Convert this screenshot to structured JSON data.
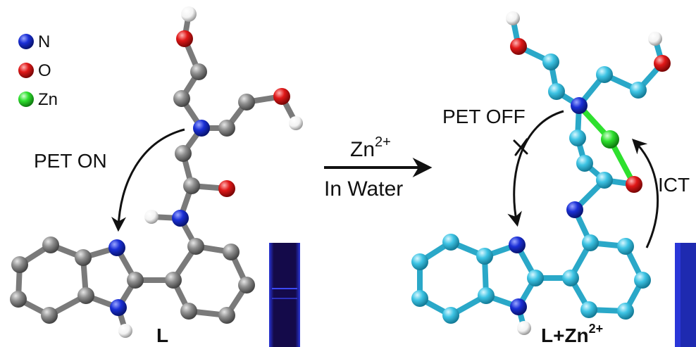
{
  "legend": [
    {
      "symbol": "N",
      "color": "#1a2fd6"
    },
    {
      "symbol": "O",
      "color": "#e01818"
    },
    {
      "symbol": "Zn",
      "color": "#2ee02e"
    }
  ],
  "left": {
    "pet_label": "PET ON",
    "compound_label": "L"
  },
  "center": {
    "ion": "Zn",
    "ion_charge": "2+",
    "condition": "In Water"
  },
  "right": {
    "pet_label": "PET OFF",
    "ict_label": "ICT",
    "compound_base": "L+Zn",
    "compound_charge": "2+"
  },
  "colors": {
    "carbon_free": "#8a8a8a",
    "carbon_bound": "#3ec4e4",
    "nitrogen": "#1a2fd6",
    "oxygen": "#e01818",
    "zinc": "#2ee02e",
    "hydrogen": "#ffffff",
    "cuvette_dark": "#140a4a",
    "cuvette_glow": "#2a36d8"
  }
}
